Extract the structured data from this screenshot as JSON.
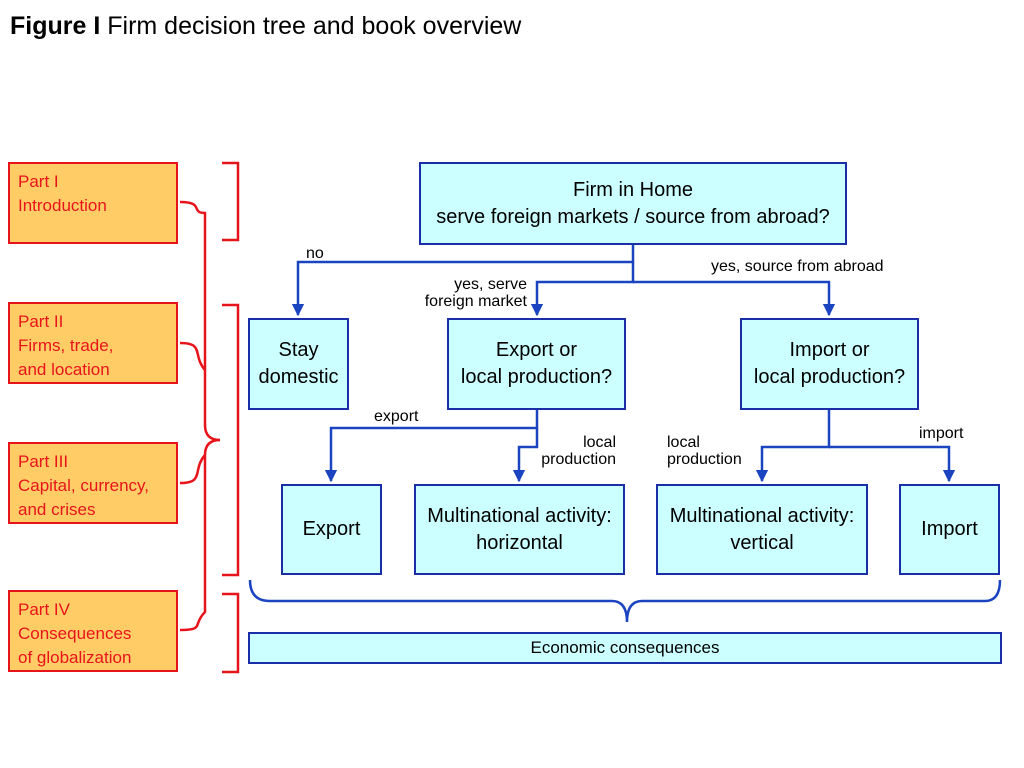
{
  "title": {
    "bold": "Figure I",
    "text": "Firm decision tree and book overview"
  },
  "parts": [
    {
      "lines": [
        "Part I",
        "Introduction"
      ]
    },
    {
      "lines": [
        "Part II",
        "Firms, trade,",
        "and location"
      ]
    },
    {
      "lines": [
        "Part III",
        "Capital, currency,",
        "and crises"
      ]
    },
    {
      "lines": [
        "Part IV",
        "Consequences",
        "of globalization"
      ]
    }
  ],
  "nodes": {
    "root": [
      "Firm in Home",
      "serve foreign markets / source from abroad?"
    ],
    "stay": [
      "Stay",
      "domestic"
    ],
    "export_or": [
      "Export or",
      "local production?"
    ],
    "import_or": [
      "Import or",
      "local production?"
    ],
    "export": [
      "Export"
    ],
    "horizontal": [
      "Multinational activity:",
      "horizontal"
    ],
    "vertical": [
      "Multinational activity:",
      "vertical"
    ],
    "import": [
      "Import"
    ],
    "consequences": [
      "Economic consequences"
    ]
  },
  "edges": {
    "no": [
      "no"
    ],
    "serve": [
      "yes, serve",
      "foreign market"
    ],
    "source": [
      "yes, source from abroad"
    ],
    "export": [
      "export"
    ],
    "local_left": [
      "local",
      "production"
    ],
    "local_right": [
      "local",
      "production"
    ],
    "import": [
      "import"
    ]
  },
  "colors": {
    "node_fill": "#ccffff",
    "node_border": "#1a2ea8",
    "part_fill": "#ffcc66",
    "part_border": "#e8141c"
  }
}
